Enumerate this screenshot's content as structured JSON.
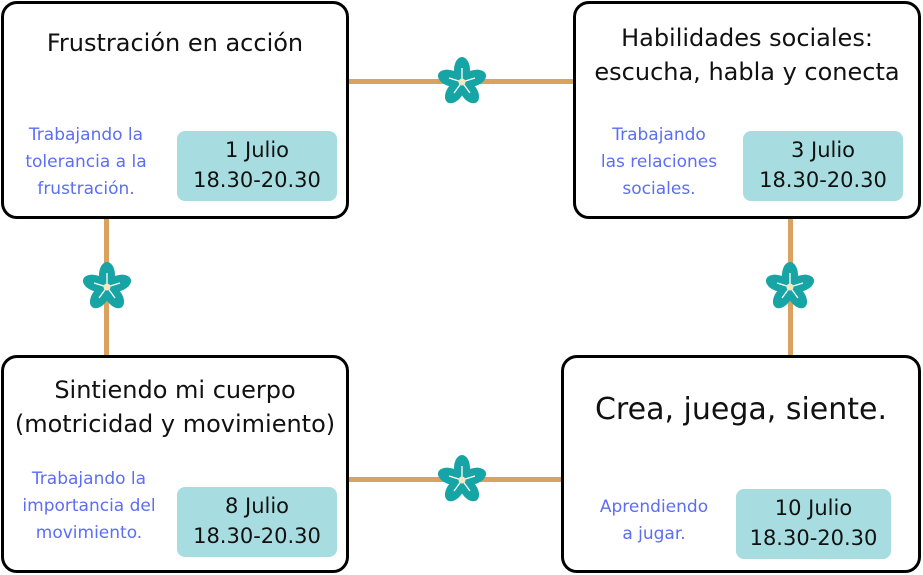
{
  "accent_colors": {
    "connector": "#d9a25f",
    "flower": "#17a4a4",
    "subtitle_text": "#5b6ef5",
    "date_box": "#a7dde0"
  },
  "cards": {
    "frustracion": {
      "title": [
        "Frustración en acción"
      ],
      "subtitle": [
        "Trabajando la",
        "tolerancia a la",
        "frustración."
      ],
      "date": "1 Julio",
      "time": "18.30-20.30"
    },
    "habilidades": {
      "title": [
        "Habilidades sociales:",
        "escucha, habla y conecta"
      ],
      "subtitle": [
        "Trabajando",
        "las relaciones",
        "sociales."
      ],
      "date": "3 Julio",
      "time": "18.30-20.30"
    },
    "sintiendo": {
      "title": [
        "Sintiendo mi cuerpo",
        "(motricidad y movimiento)"
      ],
      "subtitle": [
        "Trabajando la",
        "importancia del",
        "movimiento."
      ],
      "date": "8 Julio",
      "time": "18.30-20.30"
    },
    "crea": {
      "title": [
        "Crea, juega, siente."
      ],
      "subtitle": [
        "Aprendiendo",
        "a jugar."
      ],
      "date": "10 Julio",
      "time": "18.30-20.30"
    }
  },
  "icons": {
    "connector_flower": "flower-icon"
  }
}
